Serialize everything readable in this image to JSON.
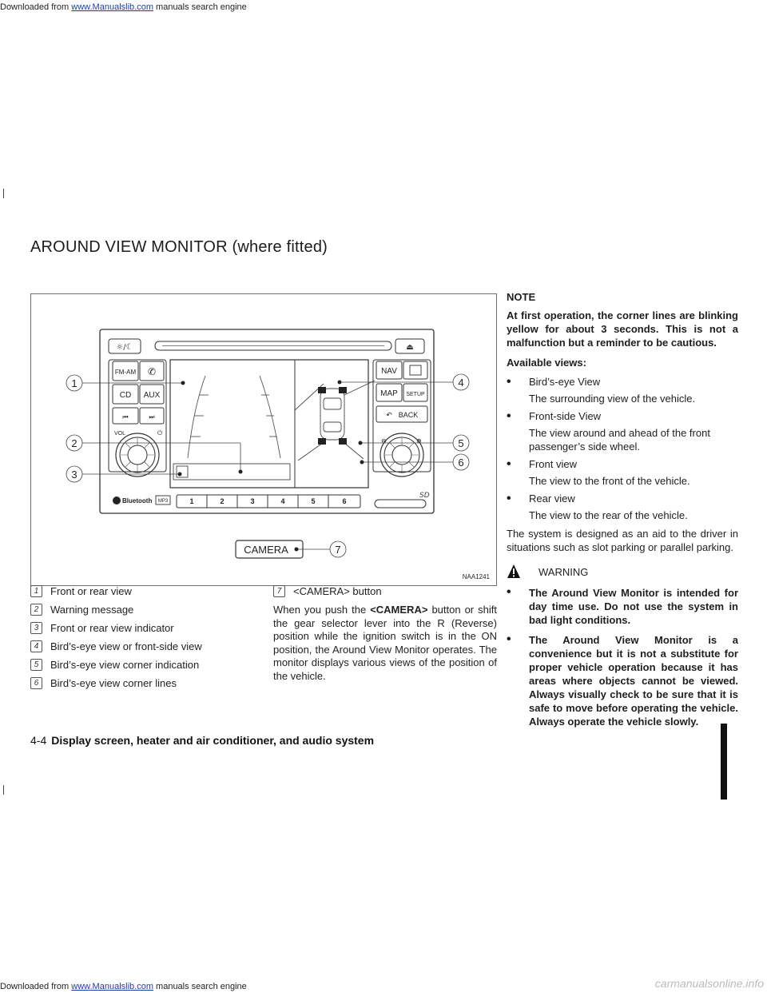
{
  "header": {
    "prefix": "Downloaded from ",
    "link": "www.Manualslib.com",
    "suffix": " manuals search engine"
  },
  "section_title": "AROUND VIEW MONITOR (where fitted)",
  "figure": {
    "code": "NAA1241",
    "callouts": [
      "1",
      "2",
      "3",
      "4",
      "5",
      "6",
      "7"
    ],
    "unit_labels": {
      "fm_am": "FM-AM",
      "cd": "CD",
      "aux": "AUX",
      "vol": "VOL",
      "nav": "NAV",
      "map": "MAP",
      "setup": "SETUP",
      "back": "BACK",
      "bluetooth": "Bluetooth",
      "mp3": "MP3",
      "presets": [
        "1",
        "2",
        "3",
        "4",
        "5",
        "6"
      ],
      "camera": "CAMERA"
    }
  },
  "legend": [
    {
      "num": "1",
      "text": "Front or rear view"
    },
    {
      "num": "2",
      "text": "Warning message"
    },
    {
      "num": "3",
      "text": "Front or rear view indicator"
    },
    {
      "num": "4",
      "text": "Bird’s-eye view or front-side view"
    },
    {
      "num": "5",
      "text": "Bird’s-eye view corner indication"
    },
    {
      "num": "6",
      "text": "Bird’s-eye view corner lines"
    }
  ],
  "middle": {
    "item7_num": "7",
    "item7_text": "<CAMERA> button",
    "para_a": "When you push the ",
    "para_b": "<CAMERA>",
    "para_c": " button or shift the gear selector lever into the R (Reverse) position while the ignition switch is in the ON position, the Around View Monitor operates. The monitor displays various views of the position of the vehicle."
  },
  "right": {
    "note_title": "NOTE",
    "note_text": "At first operation, the corner lines are blinking yellow for about 3 seconds. This is not a malfunction but a reminder to be cautious.",
    "views_title": "Available views:",
    "views": [
      {
        "name": "Bird’s-eye View",
        "desc": "The surrounding view of the vehicle."
      },
      {
        "name": "Front-side View",
        "desc": "The view around and ahead of the front passenger’s side wheel."
      },
      {
        "name": "Front view",
        "desc": "The view to the front of the vehicle."
      },
      {
        "name": "Rear view",
        "desc": "The view to the rear of the vehicle."
      }
    ],
    "system_text": "The system is designed as an aid to the driver in situations such as slot parking or parallel parking.",
    "warning_title": "WARNING",
    "warnings": [
      "The Around View Monitor is intended for day time use. Do not use the system in bad light conditions.",
      "The Around View Monitor is a convenience but it is not a substitute for proper vehicle operation because it has areas where objects cannot be viewed. Always visually check to be sure that it is safe to move before operating the vehicle. Always operate the vehicle slowly."
    ]
  },
  "footer": {
    "page": "4-4",
    "title": "Display screen, heater and air conditioner, and audio system"
  },
  "bottom": {
    "prefix": "Downloaded from ",
    "link": "www.Manualslib.com",
    "suffix": " manuals search engine"
  },
  "watermark": "carmanualsonline.info"
}
